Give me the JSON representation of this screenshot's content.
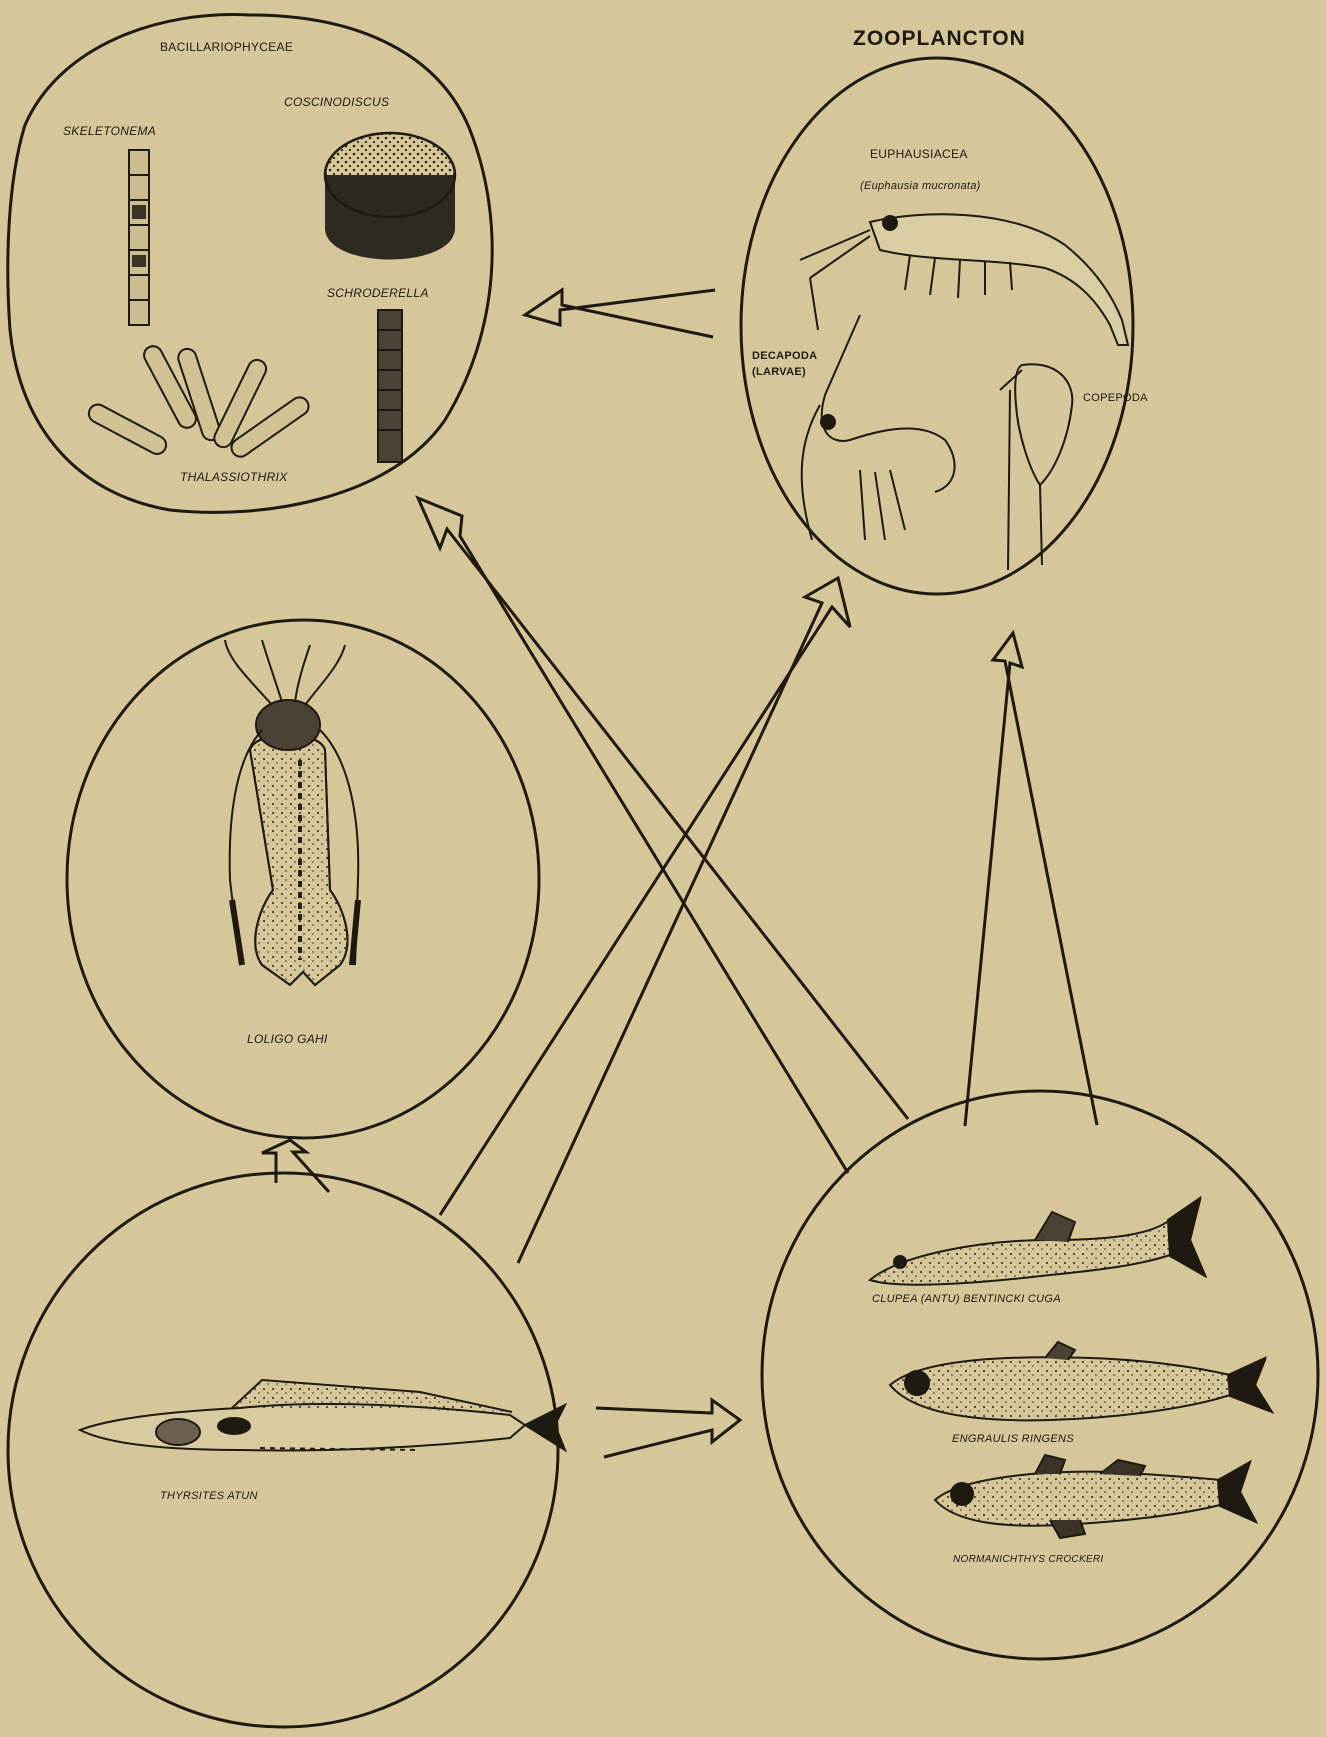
{
  "title": "ZOOPLANCTON",
  "nodes": {
    "bacillariophyceae": {
      "label": "BACILLARIOPHYCEAE",
      "organisms": {
        "skeletonema": "SKELETONEMA",
        "coscinodiscus": "COSCINODISCUS",
        "schroderella": "SCHRODERELLA",
        "thalassiothrix": "THALASSIOTHRIX"
      }
    },
    "zooplancton": {
      "organisms": {
        "euphausiacea": "EUPHAUSIACEA",
        "euphausia": "(Euphausia mucronata)",
        "decapoda_1": "DECAPODA",
        "decapoda_2": "(LARVAE)",
        "copepoda": "COPEPODA"
      }
    },
    "loligo": {
      "label": "LOLIGO GAHI"
    },
    "thyrsites": {
      "label": "THYRSITES ATUN"
    },
    "pelagic_fish": {
      "organisms": {
        "clupea": "CLUPEA (ANTU) BENTINCKI CUGA",
        "engraulis": "ENGRAULIS RINGENS",
        "normanichthys": "NORMANICHTHYS CROCKERI"
      }
    }
  },
  "flows": [
    {
      "from": "zooplancton",
      "to": "bacillariophyceae"
    },
    {
      "from": "pelagic_fish",
      "to": "bacillariophyceae"
    },
    {
      "from": "pelagic_fish",
      "to": "zooplancton"
    },
    {
      "from": "thyrsites",
      "to": "zooplancton"
    },
    {
      "from": "thyrsites",
      "to": "loligo"
    },
    {
      "from": "thyrsites",
      "to": "pelagic_fish"
    }
  ],
  "colors": {
    "background": "#d6c79a",
    "ink": "#1e1a12",
    "shading": "#5b5242"
  }
}
